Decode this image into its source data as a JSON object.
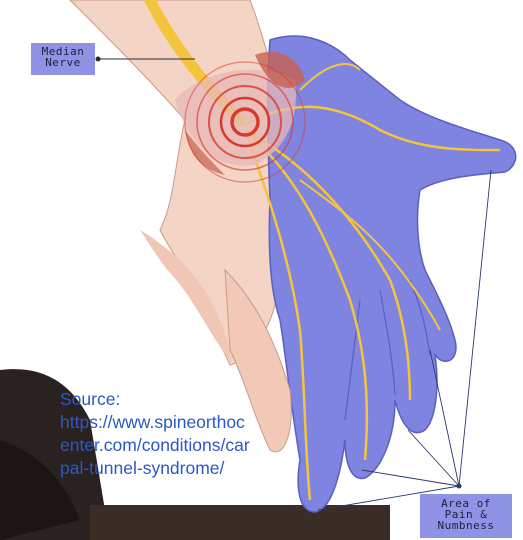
{
  "labels": {
    "median_nerve": [
      "Median",
      "Nerve"
    ],
    "pain_area": [
      "Area of",
      "Pain &",
      "Numbness"
    ]
  },
  "source": {
    "heading": "Source:",
    "lines": [
      "https://www.spineorthoc",
      "enter.com/conditions/car",
      "pal-tunnel-syndrome/"
    ]
  },
  "colors": {
    "skin": "#f6d8c8",
    "affected_area": "#7f84e0",
    "nerve": "#f2c53d",
    "target_rings": "#d9392b",
    "label_box": "#8f93e6",
    "source_text": "#2a58c9"
  }
}
